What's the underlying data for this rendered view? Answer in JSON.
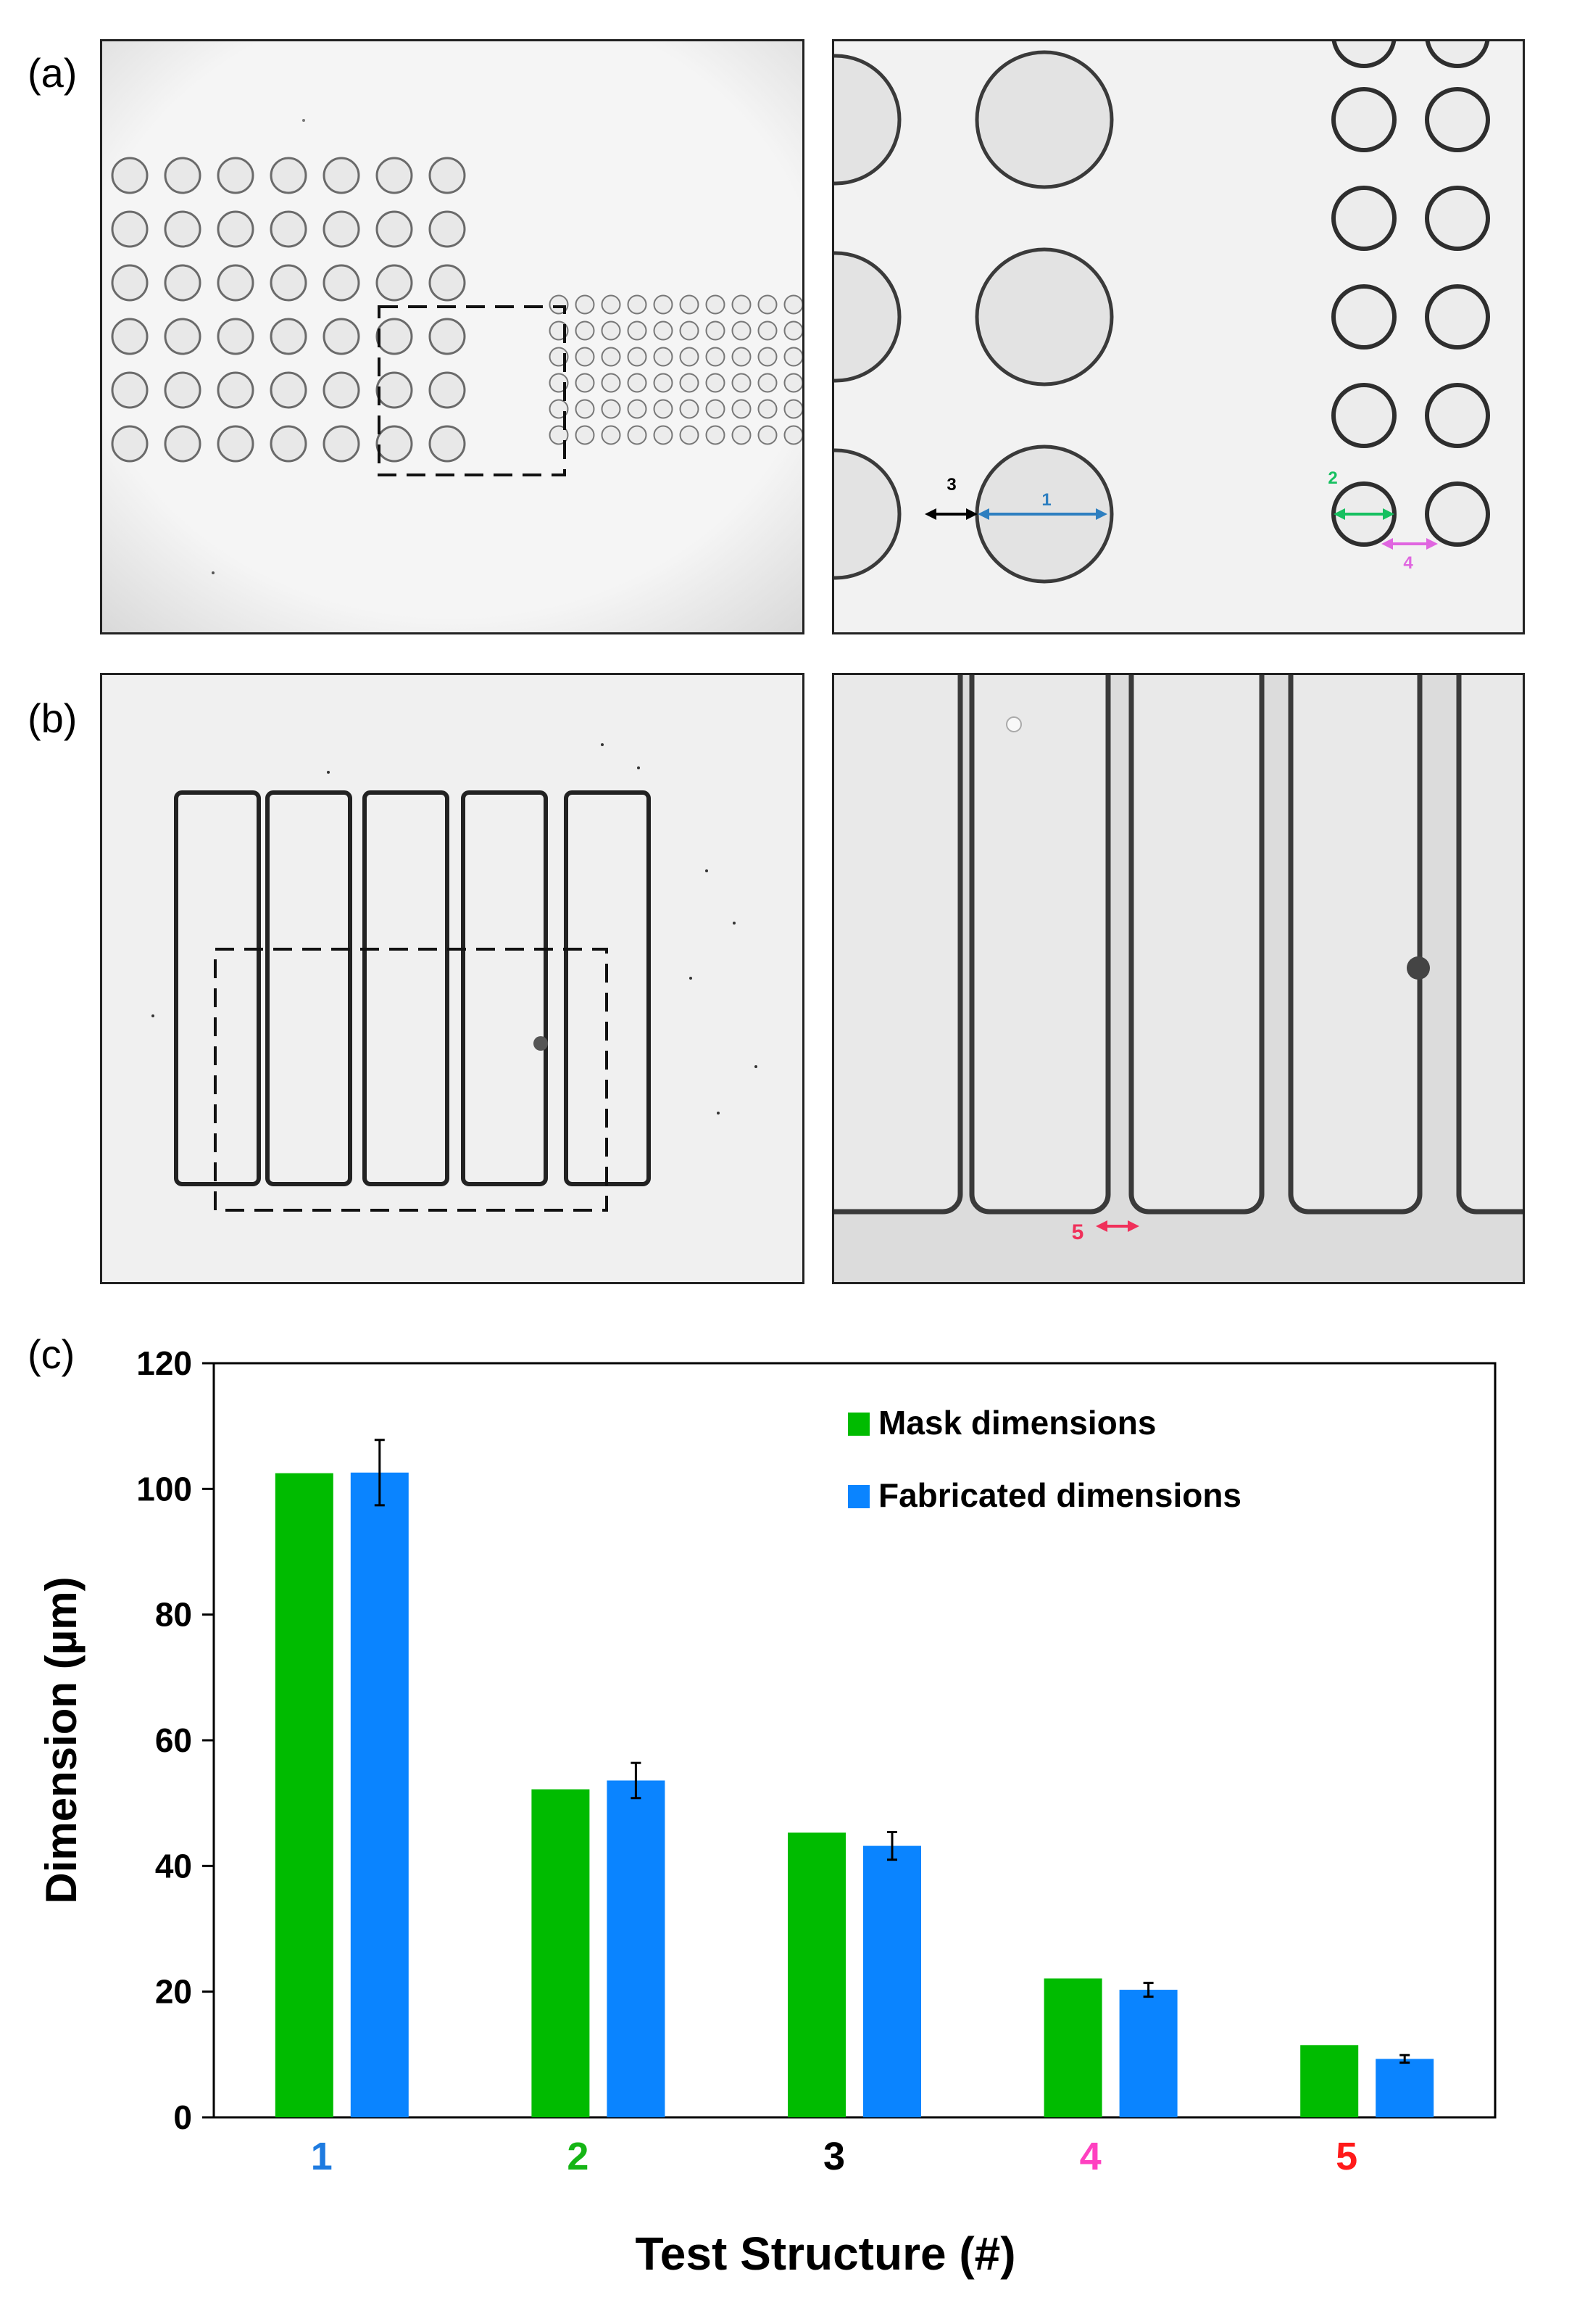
{
  "figure": {
    "panel_labels": [
      "(a)",
      "(b)",
      "(c)"
    ],
    "panel_a_right": {
      "markers": [
        {
          "label": "1",
          "color": "#2e7fc0"
        },
        {
          "label": "2",
          "color": "#16c060"
        },
        {
          "label": "3",
          "color": "#000000"
        },
        {
          "label": "4",
          "color": "#e066e0"
        }
      ]
    },
    "panel_b_right": {
      "markers": [
        {
          "label": "5",
          "color": "#f0305a"
        }
      ]
    }
  },
  "chart_data": {
    "type": "bar",
    "title": "",
    "xlabel": "Test Structure (#)",
    "ylabel": "Dimension (µm)",
    "ylim": [
      0,
      120
    ],
    "yticks": [
      "0",
      "20",
      "40",
      "60",
      "80",
      "100",
      "120"
    ],
    "categories": [
      "1",
      "2",
      "3",
      "4",
      "5"
    ],
    "category_colors": [
      "#1e7be0",
      "#15b515",
      "#000000",
      "#ff40c0",
      "#ff1a1a"
    ],
    "series": [
      {
        "name": "Mask dimensions",
        "color": "#00bb00",
        "values": [
          102.5,
          52.2,
          45.3,
          22.1,
          11.5
        ],
        "errors": [
          0,
          0,
          0,
          0,
          0
        ]
      },
      {
        "name": "Fabricated dimensions",
        "color": "#0a84ff",
        "values": [
          102.6,
          53.6,
          43.2,
          20.3,
          9.3
        ],
        "errors": [
          5.2,
          2.8,
          2.2,
          1.1,
          0.6
        ]
      }
    ],
    "legend_position": "top-right",
    "grid": false
  }
}
